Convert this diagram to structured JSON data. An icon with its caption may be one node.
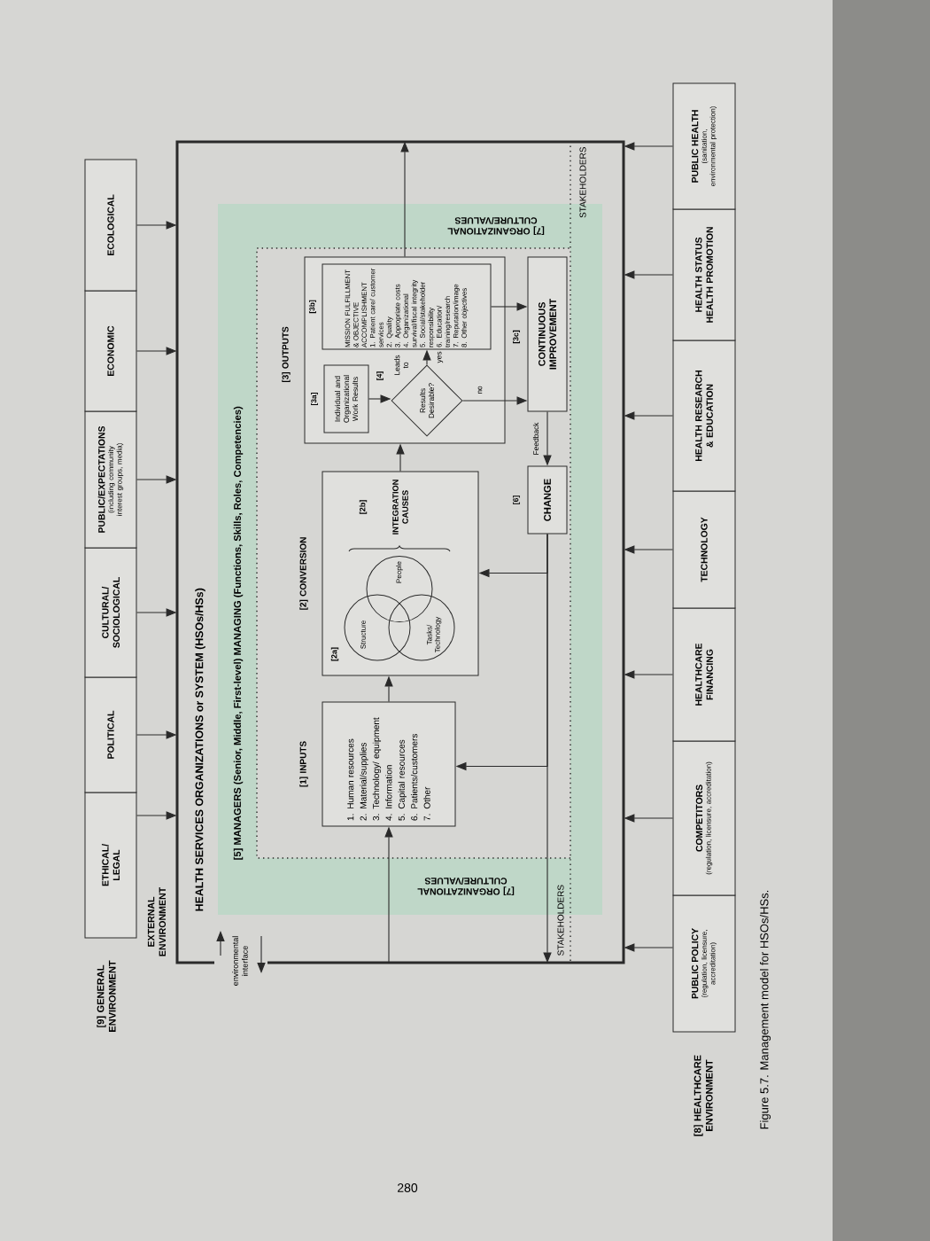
{
  "diagram": {
    "caption": "Figure 5.7. Management model for HSOs/HSs.",
    "nodes": [
      {
        "text": [
          "ETHICAL/ LEGAL"
        ]
      },
      {
        "text": [
          "POLITICAL"
        ]
      },
      {
        "text": [
          "CULTURAL/ SOCIOLOGICAL"
        ]
      },
      {
        "text": [
          "PUBLIC/EXPECTATIONS",
          "(including community interest groups, media)"
        ]
      },
      {
        "text": [
          "ECONOMIC"
        ]
      },
      {
        "text": [
          "ECOLOGICAL"
        ]
      },
      {
        "text": [
          "HEALTH SERVICES ORGANIZATIONS or SYSTEM (HSOs/HSs)"
        ]
      },
      {
        "text": [
          "[7] ORGANIZATIONAL CULTURE/VALUES",
          "[7] ORGANIZATIONAL CULTURE/VALUES"
        ],
        "in": 6
      },
      {
        "text": [
          "[5] MANAGERS (Senior, Middle, First-level) MANAGING (Functions, Skills, Roles, Competencies)"
        ],
        "in": 7
      },
      {
        "text": [
          "[1] INPUTS",
          "1. Human resources",
          "2. Material/supplies",
          "3. Technology/ equipment",
          "4. Information",
          "5. Capital resources",
          "6. Patients/customers",
          "7. Other"
        ],
        "in": 8
      },
      {
        "text": [
          "[2] CONVERSION",
          "[2a]",
          "[2b]",
          "INTEGRATION CAUSES"
        ],
        "in": 8
      },
      {
        "text": [
          "Structure"
        ],
        "in": 10
      },
      {
        "text": [
          "People"
        ],
        "in": 10
      },
      {
        "text": [
          "Tasks/ Technology"
        ],
        "in": 10
      },
      {
        "text": [
          "[3] OUTPUTS"
        ],
        "in": 8
      },
      {
        "text": [
          "[3a]",
          "Individual and Organizational Work Results"
        ],
        "in": 14
      },
      {
        "text": [
          "Results Desirable?"
        ],
        "beside": [
          "[4]",
          "Leads to"
        ],
        "in": 14
      },
      {
        "text": [
          "[3b]",
          "MISSION FULFILLMENT & OBJECTIVE ACCOMPLISHMENT",
          "1. Patient care/ customer services",
          "2. Quality",
          "3. Appropriate costs",
          "4. Organizational survival/fiscal integrity",
          "5. Social/stakeholder responsibility",
          "6. Education/ training/research",
          "7. Reputation/image",
          "8. Other objectives"
        ],
        "in": 14
      },
      {
        "text": [
          "[3c]",
          "CONTINUOUS IMPROVEMENT"
        ],
        "in": 8
      },
      {
        "text": [
          "[6]",
          "CHANGE"
        ],
        "in": 8
      },
      {
        "text": [
          "PUBLIC POLICY",
          "(regulation, licensure, accreditation)"
        ]
      },
      {
        "text": [
          "COMPETITORS",
          "(regulation, licensure, accreditation)"
        ]
      },
      {
        "text": [
          "HEALTHCARE FINANCING"
        ]
      },
      {
        "text": [
          "TECHNOLOGY"
        ]
      },
      {
        "text": [
          "HEALTH RESEARCH & EDUCATION"
        ]
      },
      {
        "text": [
          "HEALTH STATUS",
          "HEALTH PROMOTION"
        ]
      },
      {
        "text": [
          "PUBLIC HEALTH",
          "(sanitation, environmental protection)"
        ]
      }
    ],
    "edges": [
      {
        "from": 0,
        "to": 6,
        "arrow": "to"
      },
      {
        "from": 1,
        "to": 6,
        "arrow": "to"
      },
      {
        "from": 2,
        "to": 6,
        "arrow": "to"
      },
      {
        "from": 3,
        "to": 6,
        "arrow": "to"
      },
      {
        "from": 4,
        "to": 6,
        "arrow": "to"
      },
      {
        "from": 5,
        "to": 6,
        "arrow": "to"
      },
      {
        "from": 6,
        "to": 9,
        "arrow": "to"
      },
      {
        "from": 9,
        "to": 10,
        "arrow": "to"
      },
      {
        "from": 10,
        "to": 14,
        "arrow": "to"
      },
      {
        "from": 15,
        "to": 16,
        "arrow": "to"
      },
      {
        "from": 16,
        "to": 17,
        "arrow": "to",
        "label": "yes"
      },
      {
        "from": 16,
        "to": 18,
        "arrow": "to",
        "label": "no"
      },
      {
        "from": 17,
        "to": 18,
        "arrow": "to"
      },
      {
        "from": 18,
        "to": 19,
        "arrow": "to",
        "label": "Feedback"
      },
      {
        "from": 19,
        "to": 10,
        "arrow": "to"
      },
      {
        "from": 19,
        "to": 9,
        "arrow": "to"
      },
      {
        "from": 19,
        "to": 6,
        "arrow": "to"
      },
      {
        "from": 14,
        "to": 6,
        "arrow": "to"
      },
      {
        "from": 20,
        "to": 6,
        "arrow": "to"
      },
      {
        "from": 21,
        "to": 6,
        "arrow": "to"
      },
      {
        "from": 22,
        "to": 6,
        "arrow": "to"
      },
      {
        "from": 23,
        "to": 6,
        "arrow": "to"
      },
      {
        "from": 24,
        "to": 6,
        "arrow": "to"
      },
      {
        "from": 25,
        "to": 6,
        "arrow": "to"
      },
      {
        "from": 26,
        "to": 6,
        "arrow": "to"
      }
    ],
    "labels": [
      "[9] GENERAL ENVIRONMENT",
      "EXTERNAL ENVIRONMENT",
      "environmental interface",
      "STAKEHOLDERS",
      "STAKEHOLDERS",
      "[8] HEALTHCARE ENVIRONMENT",
      "280"
    ]
  }
}
